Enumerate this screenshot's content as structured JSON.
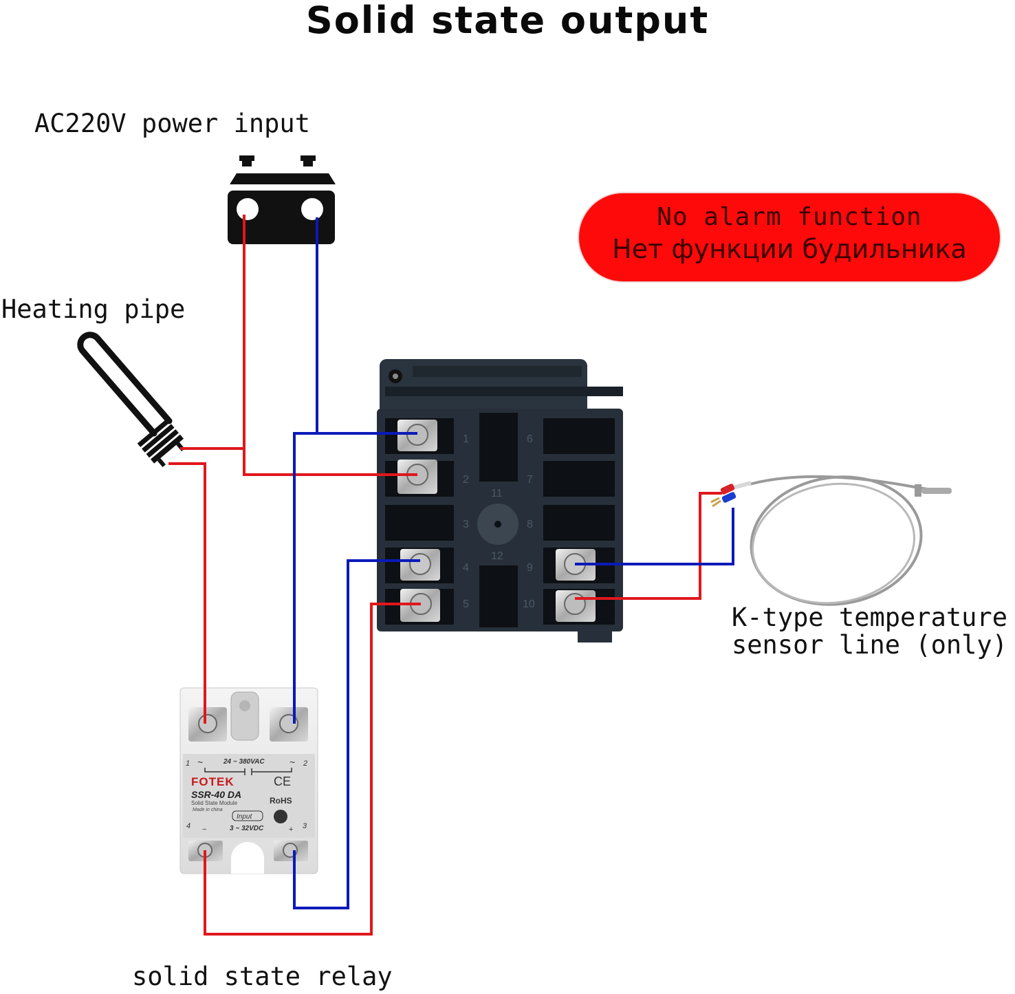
{
  "title": "Solid state output",
  "labels": {
    "power_input": "AC220V power input",
    "heating_pipe": "Heating pipe",
    "relay": "solid state relay",
    "sensor_line1": "K-type temperature",
    "sensor_line2": "sensor line (only)"
  },
  "alarm_notice": {
    "line_en": "No alarm function",
    "line_ru": "Нет функции будильника",
    "color": "#ff0a0a"
  },
  "controller": {
    "terminals_left": [
      "1",
      "2",
      "3",
      "4",
      "5"
    ],
    "terminals_right": [
      "6",
      "7",
      "8",
      "9",
      "10"
    ],
    "terminals_center": [
      "11",
      "12"
    ],
    "wired_terminals": [
      "1",
      "2",
      "4",
      "5",
      "9",
      "10"
    ]
  },
  "relay": {
    "brand": "FOTEK",
    "model": "SSR-40 DA",
    "subtitle": "Solid State Module",
    "origin": "Made in china",
    "load_rating": "24 ~ 380VAC",
    "input_label": "Input",
    "input_rating": "3 ~ 32VDC",
    "ce_mark": "CE",
    "rohs_mark": "RoHS",
    "terminal_1": "1",
    "terminal_2": "2",
    "terminal_3": "3",
    "terminal_4": "4",
    "ac_symbol": "~",
    "minus": "−",
    "plus": "+"
  },
  "wire_colors": {
    "live": "#e0171c",
    "neutral": "#0a1ab8"
  }
}
